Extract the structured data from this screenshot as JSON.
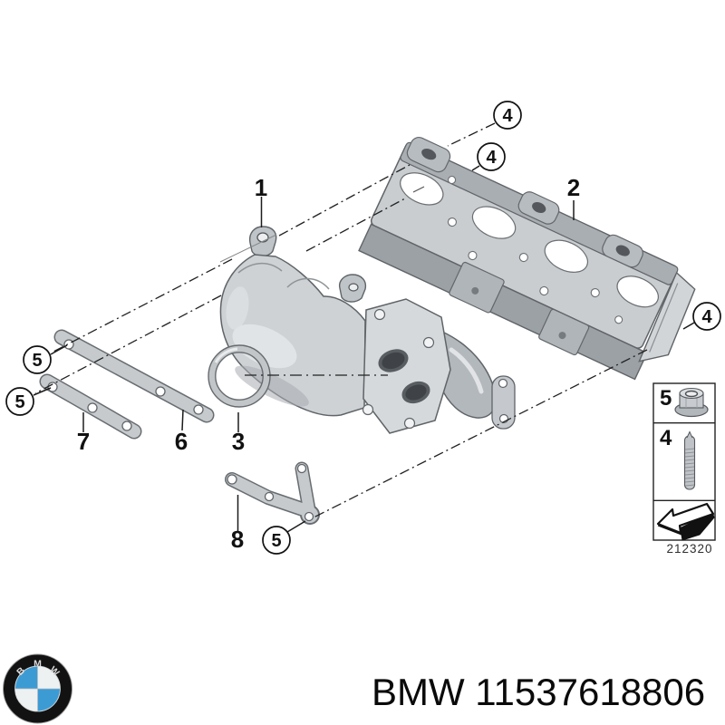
{
  "diagram": {
    "title_hint": "exhaust-manifold-exploded-diagram",
    "part_labels": [
      {
        "text": "1"
      },
      {
        "text": "2"
      },
      {
        "text": "3"
      },
      {
        "text": "6"
      },
      {
        "text": "7"
      },
      {
        "text": "8"
      }
    ],
    "callouts": [
      {
        "label": "4"
      },
      {
        "label": "4"
      },
      {
        "label": "4"
      },
      {
        "label": "5"
      },
      {
        "label": "5"
      },
      {
        "label": "5"
      }
    ],
    "legend": {
      "rows": [
        {
          "number": "5",
          "icon": "flange-nut-icon"
        },
        {
          "number": "4",
          "icon": "stud-bolt-icon"
        },
        {
          "number": "",
          "icon": "direction-arrow-icon"
        }
      ],
      "diagram_number": "212320"
    }
  },
  "footer": {
    "caption": "BMW 11537618806",
    "logo": {
      "icon": "bmw-roundel-logo",
      "letters": [
        "B",
        "M",
        "W"
      ],
      "blue": "#3d9bd4"
    }
  },
  "colors": {
    "background": "#ffffff",
    "line": "#1c1c1c",
    "part_light": "#ced2d5",
    "part_mid": "#b3b8bc",
    "part_dark": "#989da2",
    "outline": "#5f6468"
  }
}
